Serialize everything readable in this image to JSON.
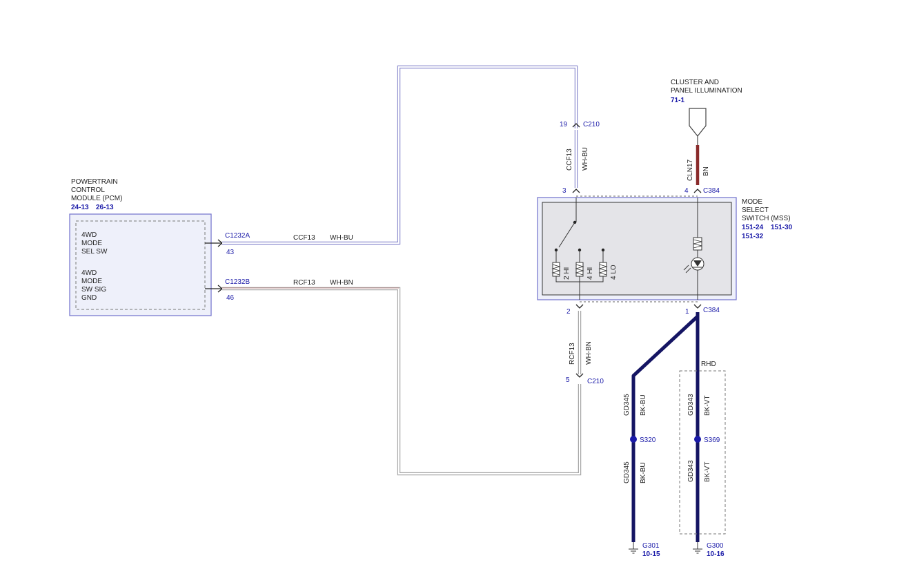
{
  "pcm": {
    "title_lines": [
      "POWERTRAIN",
      "CONTROL",
      "MODULE (PCM)"
    ],
    "refs": [
      "24-13",
      "26-13"
    ],
    "pin1_lines": [
      "4WD",
      "MODE",
      "SEL SW"
    ],
    "pin2_lines": [
      "4WD",
      "MODE",
      "SW SIG",
      "GND"
    ],
    "conn_a": "C1232A",
    "conn_a_pin": "43",
    "conn_b": "C1232B",
    "conn_b_pin": "46"
  },
  "wires": {
    "ccf13_circuit": "CCF13",
    "ccf13_color": "WH-BU",
    "rcf13_circuit": "RCF13",
    "rcf13_color": "WH-BN",
    "cln17_circuit": "CLN17",
    "cln17_color": "BN",
    "gd345_circuit": "GD345",
    "gd345_color": "BK-BU",
    "gd343_circuit": "GD343",
    "gd343_color": "BK-VT"
  },
  "connectors": {
    "c210_top_pin": "19",
    "c210_top": "C210",
    "c210_bottom_pin": "5",
    "c210_bottom": "C210",
    "c384_pin3": "3",
    "c384_pin4": "4",
    "c384_top": "C384",
    "c384_pin2": "2",
    "c384_pin1": "1",
    "c384_bottom": "C384"
  },
  "mss": {
    "title_lines": [
      "MODE",
      "SELECT",
      "SWITCH (MSS)"
    ],
    "refs_line1": [
      "151-24",
      "151-30"
    ],
    "refs_line2": "151-32",
    "positions": [
      "2 HI",
      "4 HI",
      "4 LO"
    ]
  },
  "cluster": {
    "title_lines": [
      "CLUSTER AND",
      "PANEL ILLUMINATION"
    ],
    "ref": "71-1"
  },
  "splices": {
    "s320": "S320",
    "s369": "S369"
  },
  "rhd_label": "RHD",
  "grounds": {
    "g301": "G301",
    "g301_ref": "10-15",
    "g300": "G300",
    "g300_ref": "10-16"
  }
}
